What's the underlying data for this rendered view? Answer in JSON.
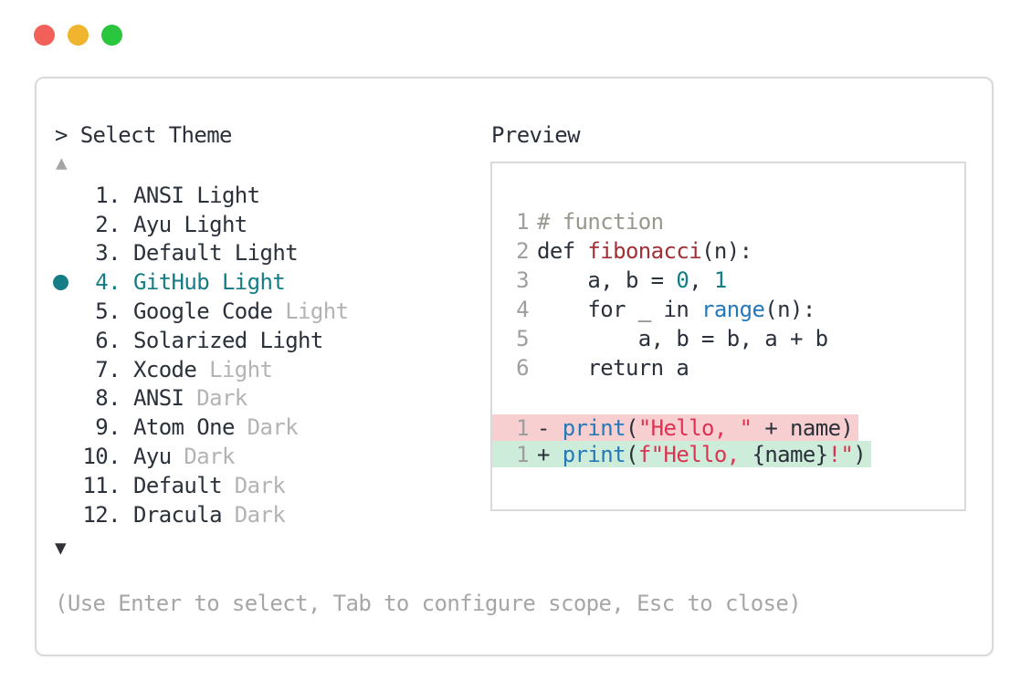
{
  "window": {
    "select_title": "> Select Theme",
    "preview_title": "Preview",
    "scroll_up_icon": "▲",
    "scroll_down_icon": "▼",
    "hint": "(Use Enter to select, Tab to configure scope, Esc to close)",
    "border_color": "#d9d9d9",
    "traffic_lights": [
      {
        "name": "close",
        "color": "#f2605a"
      },
      {
        "name": "minimize",
        "color": "#f0b42e"
      },
      {
        "name": "zoom",
        "color": "#2ac63e"
      }
    ]
  },
  "theme_list": {
    "selected_index": 4,
    "colors": {
      "text": "#2b313a",
      "muted": "#b3b3b3",
      "selected": "#147d85"
    },
    "items": [
      {
        "num": "1.",
        "label": "ANSI Light",
        "muted": ""
      },
      {
        "num": "2.",
        "label": "Ayu Light",
        "muted": ""
      },
      {
        "num": "3.",
        "label": "Default Light",
        "muted": ""
      },
      {
        "num": "4.",
        "label": "GitHub Light",
        "muted": ""
      },
      {
        "num": "5.",
        "label": "Google Code",
        "muted": "Light"
      },
      {
        "num": "6.",
        "label": "Solarized Light",
        "muted": ""
      },
      {
        "num": "7.",
        "label": "Xcode",
        "muted": "Light"
      },
      {
        "num": "8.",
        "label": "ANSI",
        "muted": "Dark"
      },
      {
        "num": "9.",
        "label": "Atom One",
        "muted": "Dark"
      },
      {
        "num": "10.",
        "label": "Ayu",
        "muted": "Dark"
      },
      {
        "num": "11.",
        "label": "Default",
        "muted": "Dark"
      },
      {
        "num": "12.",
        "label": "Dracula",
        "muted": "Dark"
      }
    ]
  },
  "preview": {
    "colors": {
      "plain": "#2b313a",
      "linenum": "#9e9e9e",
      "comment": "#97988d",
      "func": "#a23036",
      "num": "#147d85",
      "builtin": "#2679b8",
      "string": "#dd3352",
      "removed_bg": "#f8cfd0",
      "added_bg": "#cdecd9"
    },
    "code_lines": [
      {
        "num": "1",
        "segs": [
          [
            "# function",
            "comment"
          ]
        ]
      },
      {
        "num": "2",
        "segs": [
          [
            "def ",
            "plain"
          ],
          [
            "fibonacci",
            "func"
          ],
          [
            "(n):",
            "plain"
          ]
        ]
      },
      {
        "num": "3",
        "segs": [
          [
            "    a, b = ",
            "plain"
          ],
          [
            "0",
            "num"
          ],
          [
            ", ",
            "plain"
          ],
          [
            "1",
            "num"
          ]
        ]
      },
      {
        "num": "4",
        "segs": [
          [
            "    for _ in ",
            "plain"
          ],
          [
            "range",
            "builtin"
          ],
          [
            "(n):",
            "plain"
          ]
        ]
      },
      {
        "num": "5",
        "segs": [
          [
            "        a, b = b, a + b",
            "plain"
          ]
        ]
      },
      {
        "num": "6",
        "segs": [
          [
            "    return a",
            "plain"
          ]
        ]
      }
    ],
    "diff_lines": [
      {
        "num": "1",
        "kind": "removed",
        "segs": [
          [
            "- ",
            "plain"
          ],
          [
            "print",
            "builtin"
          ],
          [
            "(",
            "plain"
          ],
          [
            "\"Hello, \"",
            "string"
          ],
          [
            " + name)",
            "plain"
          ]
        ]
      },
      {
        "num": "1",
        "kind": "added",
        "segs": [
          [
            "+ ",
            "plain"
          ],
          [
            "print",
            "builtin"
          ],
          [
            "(",
            "plain"
          ],
          [
            "f\"Hello, ",
            "string"
          ],
          [
            "{name}",
            "plain"
          ],
          [
            "!\"",
            "string"
          ],
          [
            ")",
            "plain"
          ]
        ]
      }
    ]
  }
}
